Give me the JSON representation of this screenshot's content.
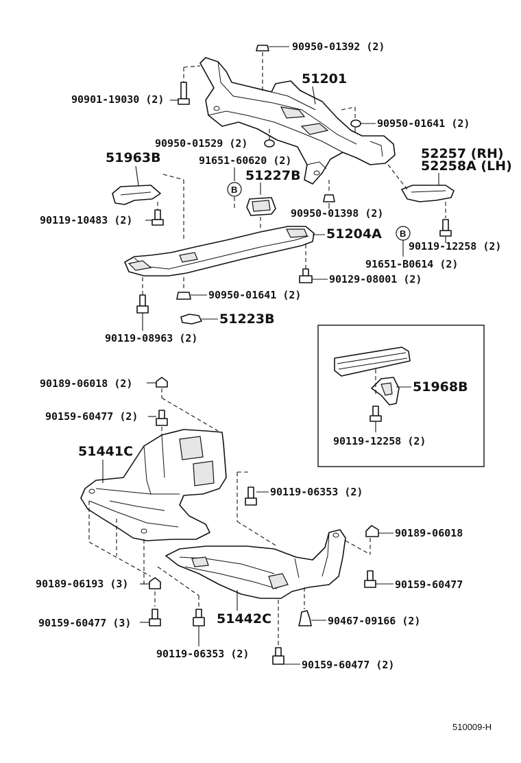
{
  "labels": {
    "p90950_01392": "90950-01392 (2)",
    "p51201": "51201",
    "p90901_19030": "90901-19030 (2)",
    "p90950_01641a": "90950-01641 (2)",
    "p90950_01529": "90950-01529 (2)",
    "p91651_60620": "91651-60620 (2)",
    "p51963B": "51963B",
    "p52257": "52257 (RH)",
    "p52258A": "52258A (LH)",
    "p51227B": "51227B",
    "p90950_01398": "90950-01398 (2)",
    "p90119_10483": "90119-10483 (2)",
    "p51204A": "51204A",
    "p90119_12258a": "90119-12258 (2)",
    "p91651_B0614": "91651-B0614 (2)",
    "p90129_08001": "90129-08001 (2)",
    "p90950_01641b": "90950-01641 (2)",
    "p51223B": "51223B",
    "p90119_08963": "90119-08963 (2)",
    "p51968B": "51968B",
    "p90119_12258b": "90119-12258 (2)",
    "p90189_06018a": "90189-06018 (2)",
    "p90159_60477a": "90159-60477 (2)",
    "p51441C": "51441C",
    "p90119_06353a": "90119-06353 (2)",
    "p90189_06018b": "90189-06018",
    "p90189_06193": "90189-06193 (3)",
    "p90159_60477b": "90159-60477",
    "p51442C": "51442C",
    "p90159_60477c": "90159-60477 (3)",
    "p90467_09166": "90467-09166 (2)",
    "p90119_06353b": "90119-06353 (2)",
    "p90159_60477d": "90159-60477 (2)"
  },
  "markers": {
    "b1": "B",
    "b2": "B"
  },
  "reference": "510009-H"
}
